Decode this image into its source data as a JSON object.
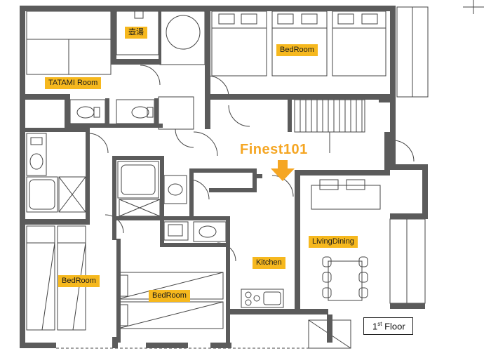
{
  "rooms": {
    "tatami": "TATAMI Room",
    "tsuboyu": "壺湯",
    "bedroom_top": "BedRoom",
    "bedroom_left": "BedRoom",
    "bedroom_mid": "BedRoom",
    "kitchen": "Kitchen",
    "living": "LivingDining"
  },
  "brand": {
    "name": "Finest101"
  },
  "floor": {
    "number": "1",
    "suffix": "st",
    "word": "Floor"
  },
  "colors": {
    "wall": "#5b5b5b",
    "label_bg": "#f6b81e",
    "brand": "#f5a623",
    "line": "#444444"
  },
  "icons": {
    "entrance_arrow": "arrow-down-icon"
  }
}
